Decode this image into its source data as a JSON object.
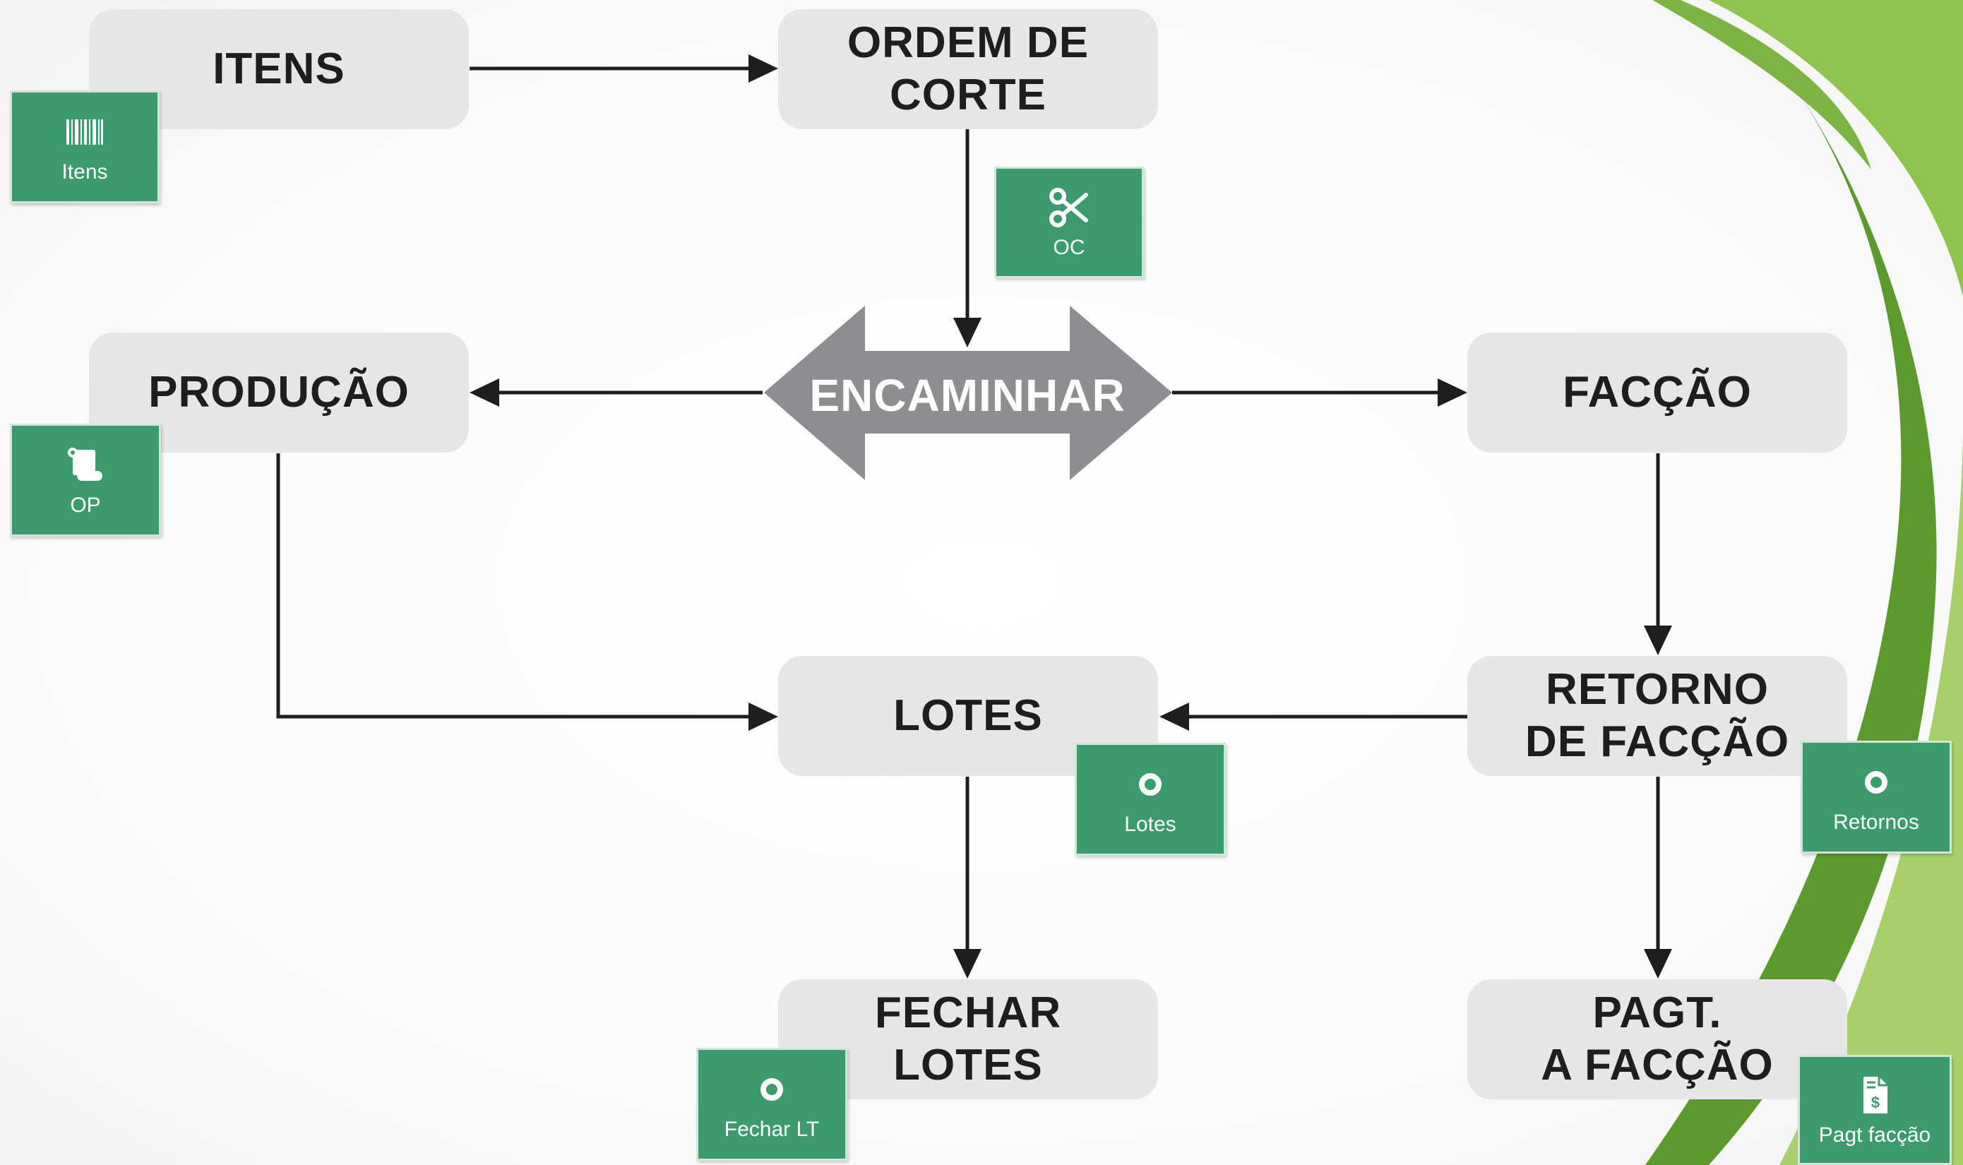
{
  "nodes": {
    "itens": "ITENS",
    "ordem_corte": "ORDEM DE\nCORTE",
    "encaminhar": "ENCAMINHAR",
    "producao": "PRODUÇÃO",
    "faccao": "FACÇÃO",
    "lotes": "LOTES",
    "retorno_faccao": "RETORNO\nDE FACÇÃO",
    "fechar_lotes": "FECHAR\nLOTES",
    "pagt_faccao": "PAGT.\nA FACÇÃO"
  },
  "badges": {
    "itens": {
      "label": "Itens",
      "icon": "barcode-icon"
    },
    "oc": {
      "label": "OC",
      "icon": "scissors-icon"
    },
    "op": {
      "label": "OP",
      "icon": "scroll-icon"
    },
    "lotes": {
      "label": "Lotes",
      "icon": "circle-icon"
    },
    "retornos": {
      "label": "Retornos",
      "icon": "circle-icon"
    },
    "fechar_lt": {
      "label": "Fechar LT",
      "icon": "circle-icon"
    },
    "pagt_faccao": {
      "label": "Pagt facção",
      "icon": "invoice-dollar-icon"
    }
  },
  "colors": {
    "node_bg": "#e6e6e7",
    "badge_green": "#3c9a6c",
    "arrow": "#1e1e1e",
    "encaminhar_gray": "#8e8e90",
    "swoosh_dark": "#5c9a2e",
    "swoosh_light": "#a8d06a"
  }
}
